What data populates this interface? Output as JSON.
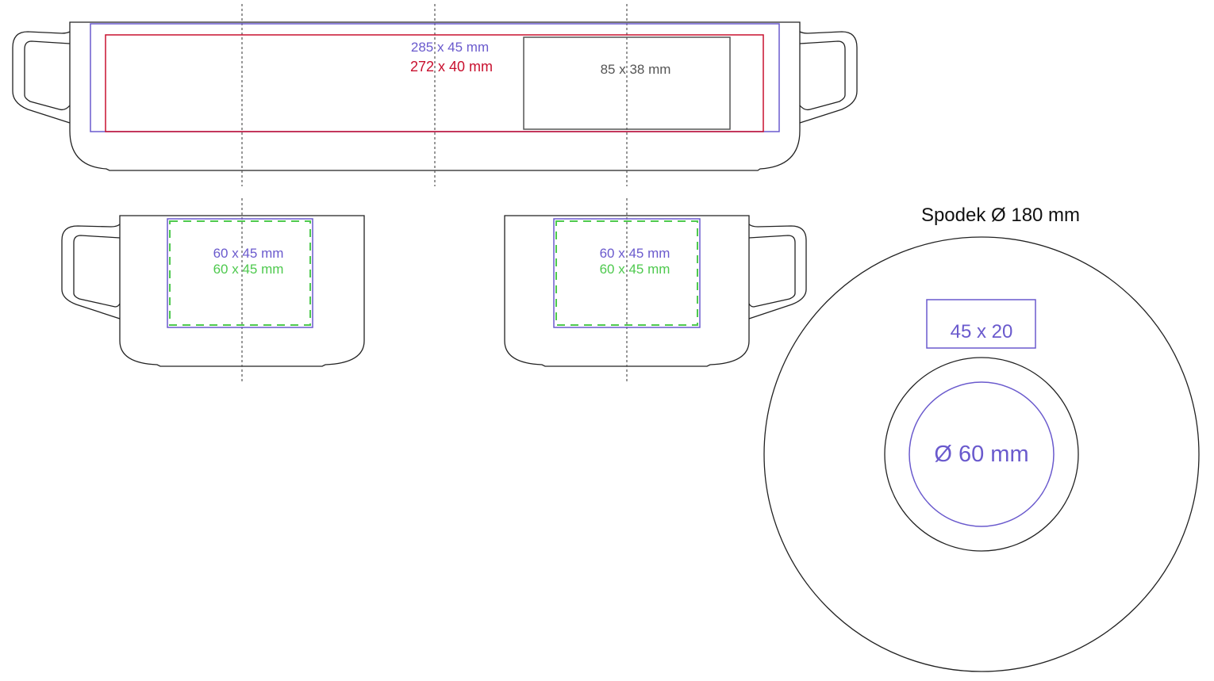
{
  "colors": {
    "print_area": "#6a5acd",
    "safe_area": "#c8102e",
    "inner_area": "#4ec94e",
    "outline": "#222222"
  },
  "wrap_mug": {
    "outer_label": "285 x 45 mm",
    "inner_label": "272 x 40 mm",
    "logo_label": "85 x 38 mm"
  },
  "left_mug": {
    "outer_label": "60 x 45 mm",
    "inner_label": "60 x 45 mm"
  },
  "right_mug": {
    "outer_label": "60 x 45 mm",
    "inner_label": "60 x 45 mm"
  },
  "saucer": {
    "title": "Spodek Ø 180 mm",
    "rect_label": "45 x 20",
    "circle_label": "Ø 60 mm"
  }
}
